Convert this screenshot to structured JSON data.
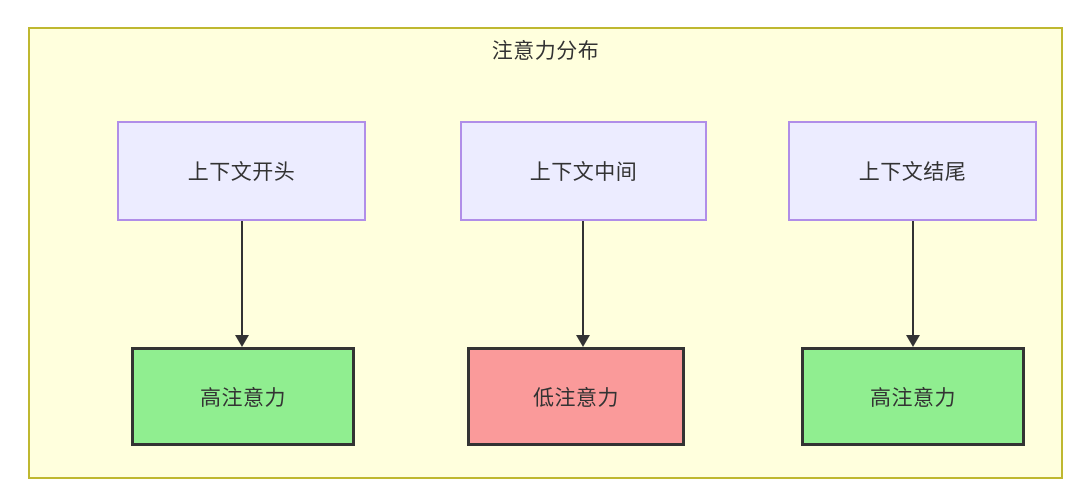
{
  "diagram": {
    "title": "注意力分布",
    "background_color": "#ffffff",
    "container": {
      "fill": "#ffffdd",
      "stroke": "#bfb830"
    },
    "palette": {
      "context_fill": "#ececff",
      "context_stroke": "#b08ee8",
      "high_attention_fill": "#90ee90",
      "low_attention_fill": "#fa9a9a",
      "node_stroke": "#333333",
      "text_color": "#333333",
      "edge_color": "#333333"
    },
    "nodes": [
      {
        "id": "ctx_start",
        "label": "上下文开头",
        "type": "context"
      },
      {
        "id": "ctx_mid",
        "label": "上下文中间",
        "type": "context"
      },
      {
        "id": "ctx_end",
        "label": "上下文结尾",
        "type": "context"
      },
      {
        "id": "attn_start",
        "label": "高注意力",
        "type": "high"
      },
      {
        "id": "attn_mid",
        "label": "低注意力",
        "type": "low"
      },
      {
        "id": "attn_end",
        "label": "高注意力",
        "type": "high"
      }
    ],
    "edges": [
      {
        "id": "e1",
        "from": "ctx_start",
        "to": "attn_start",
        "arrow": "arrow-down-icon"
      },
      {
        "id": "e2",
        "from": "ctx_mid",
        "to": "attn_mid",
        "arrow": "arrow-down-icon"
      },
      {
        "id": "e3",
        "from": "ctx_end",
        "to": "attn_end",
        "arrow": "arrow-down-icon"
      }
    ]
  }
}
